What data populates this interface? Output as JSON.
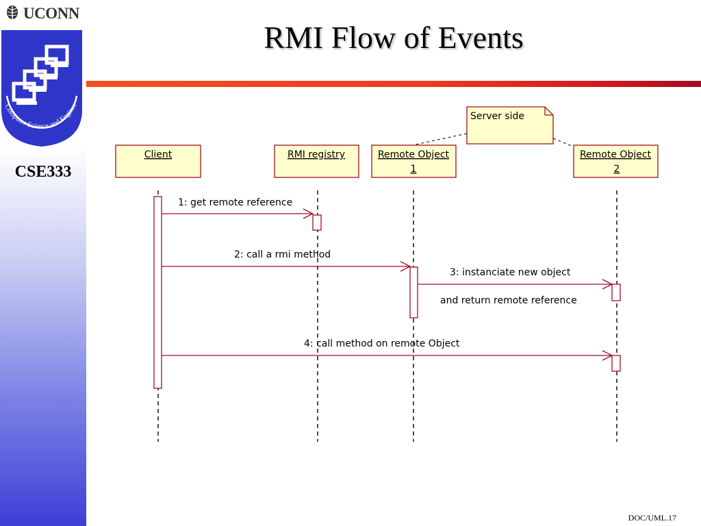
{
  "header": {
    "logo_text": "UCONN",
    "course": "CSE333",
    "title": "RMI Flow of Events",
    "footer": "DOC/UML.17"
  },
  "logo": {
    "icon": "stacked-computers-icon",
    "ring_text": "Computer Science and Engineering",
    "colors": {
      "shield": "#2f35c9",
      "ring": "#ffffff"
    }
  },
  "diagram": {
    "note": "Server side",
    "lifelines": [
      {
        "id": "client",
        "lines": [
          "Client"
        ]
      },
      {
        "id": "registry",
        "lines": [
          "RMI registry"
        ]
      },
      {
        "id": "remote1",
        "lines": [
          "Remote Object",
          "1"
        ]
      },
      {
        "id": "remote2",
        "lines": [
          "Remote Object",
          "2"
        ]
      }
    ],
    "messages": [
      {
        "from": "client",
        "to": "registry",
        "label": "1: get remote reference"
      },
      {
        "from": "client",
        "to": "remote1",
        "label": "2: call a rmi method"
      },
      {
        "from": "remote1",
        "to": "remote2",
        "label": "3: instanciate new object",
        "label2": "and return remote reference"
      },
      {
        "from": "client",
        "to": "remote2",
        "label": "4: call method on remote Object"
      }
    ],
    "colors": {
      "box_fill": "#ffffcc",
      "line": "#a00d22"
    }
  }
}
